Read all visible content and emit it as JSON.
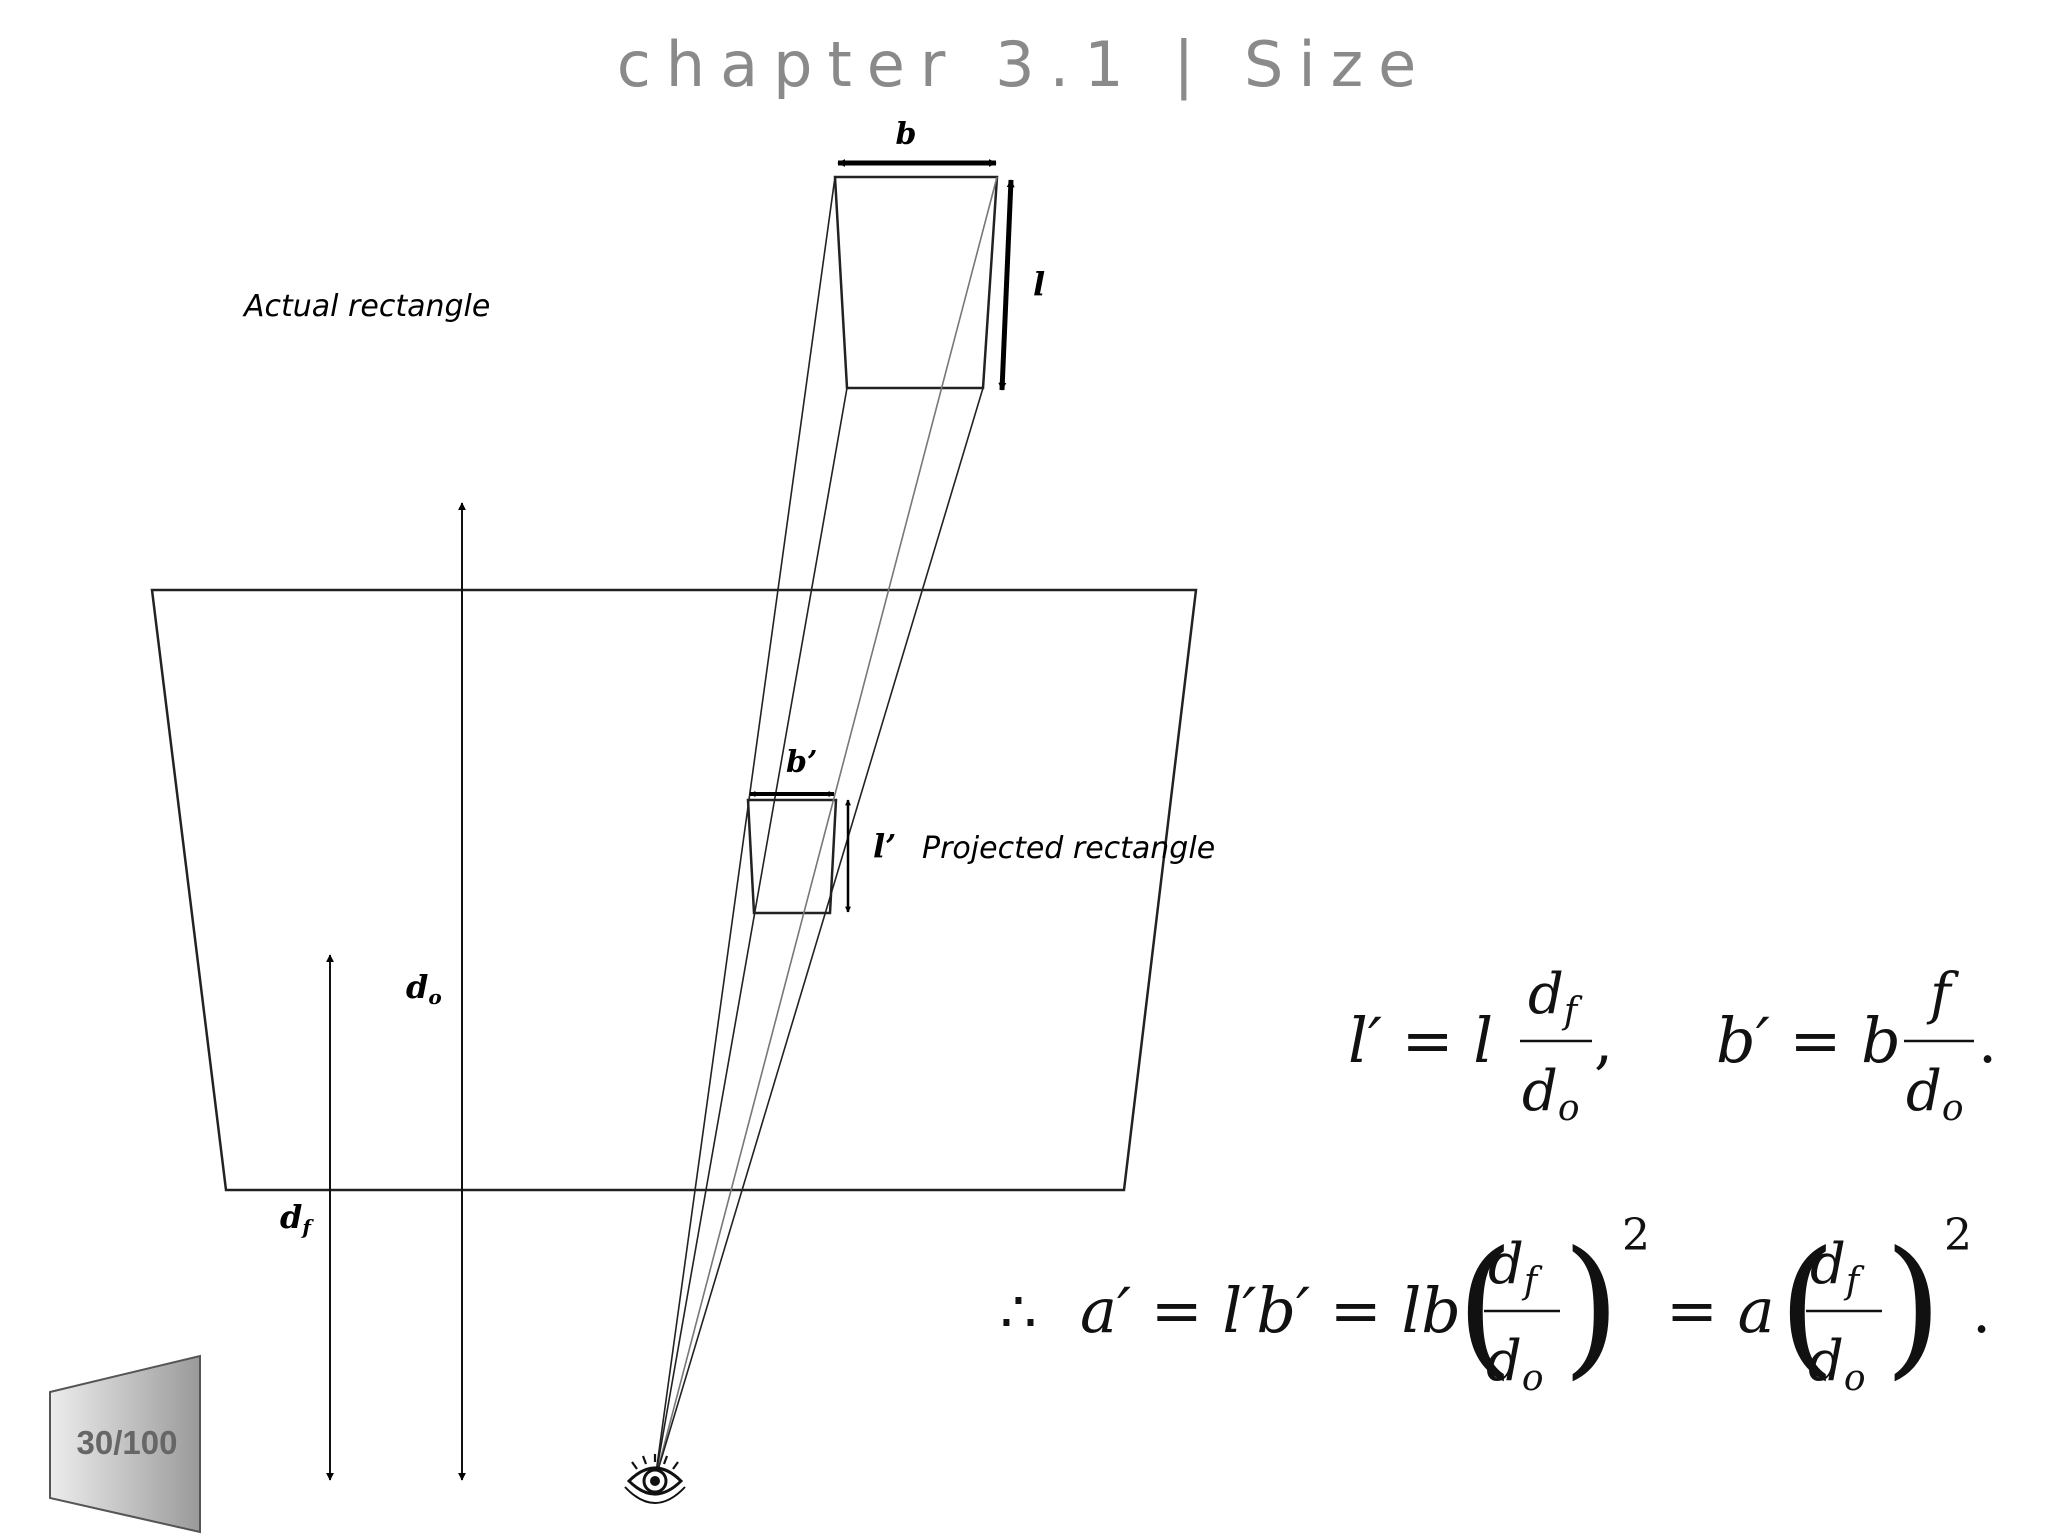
{
  "header": {
    "title": "chapter 3.1 | Size"
  },
  "diagram": {
    "label_b": "b",
    "label_l": "l",
    "label_b_prime": "b’",
    "label_l_prime": "l’",
    "label_actual": "Actual rectangle",
    "label_projected": "Projected rectangle",
    "label_do": "d",
    "label_do_sub": "o",
    "label_df": "d",
    "label_df_sub": "f",
    "eye_icon": "eye-icon"
  },
  "equations": {
    "eq1_lhs": "l′ = l",
    "eq1_num": "d",
    "eq1_num_sub": "f",
    "eq1_den": "d",
    "eq1_den_sub": "o",
    "eq1_comma": ",",
    "eq2_lhs": "b′ = b",
    "eq2_num": "f",
    "eq2_den": "d",
    "eq2_den_sub": "o",
    "eq2_period": ".",
    "eq3_therefore": "∴",
    "eq3_lhs": "a′ = l′b′ = lb",
    "eq3_mid": "= a",
    "eq3_num": "d",
    "eq3_num_sub": "f",
    "eq3_den": "d",
    "eq3_den_sub": "o",
    "eq3_exp": "2",
    "eq3_period": "."
  },
  "footer": {
    "page_counter": "30/100"
  }
}
